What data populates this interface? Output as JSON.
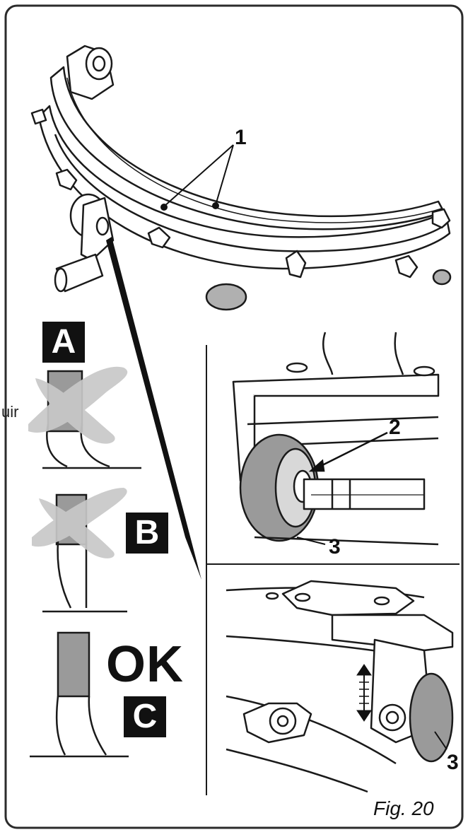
{
  "figure": {
    "caption": "Fig. 20",
    "callouts": {
      "c1": "1",
      "c2": "2",
      "c3a": "3",
      "c3b": "3"
    },
    "panels": {
      "a": "A",
      "b": "B",
      "c": "C"
    },
    "ok": "OK",
    "stray_text": "uir"
  },
  "colors": {
    "frame": "#2b2b2b",
    "line": "#1a1a1a",
    "wheel": "#9a9a9a",
    "cross": "#c8c8c8",
    "label_box": "#111111"
  }
}
